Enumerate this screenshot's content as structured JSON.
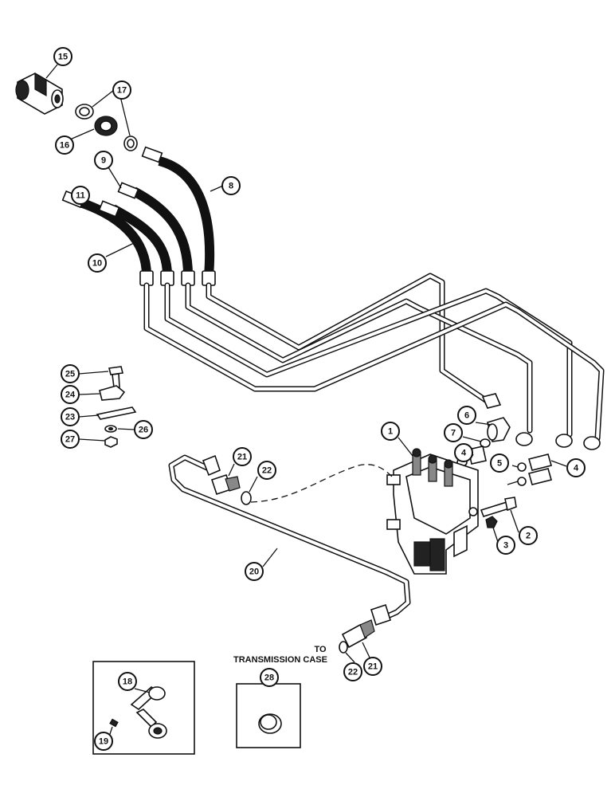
{
  "callouts": [
    {
      "n": "15"
    },
    {
      "n": "17"
    },
    {
      "n": "16"
    },
    {
      "n": "9"
    },
    {
      "n": "8"
    },
    {
      "n": "11"
    },
    {
      "n": "10"
    },
    {
      "n": "25"
    },
    {
      "n": "24"
    },
    {
      "n": "23"
    },
    {
      "n": "26"
    },
    {
      "n": "27"
    },
    {
      "n": "1"
    },
    {
      "n": "6"
    },
    {
      "n": "7"
    },
    {
      "n": "4"
    },
    {
      "n": "4"
    },
    {
      "n": "5"
    },
    {
      "n": "21"
    },
    {
      "n": "22"
    },
    {
      "n": "2"
    },
    {
      "n": "3"
    },
    {
      "n": "20"
    },
    {
      "n": "21"
    },
    {
      "n": "22"
    },
    {
      "n": "18"
    },
    {
      "n": "19"
    },
    {
      "n": "28"
    }
  ],
  "note": {
    "line1": "TO",
    "line2": "TRANSMISSION CASE"
  }
}
